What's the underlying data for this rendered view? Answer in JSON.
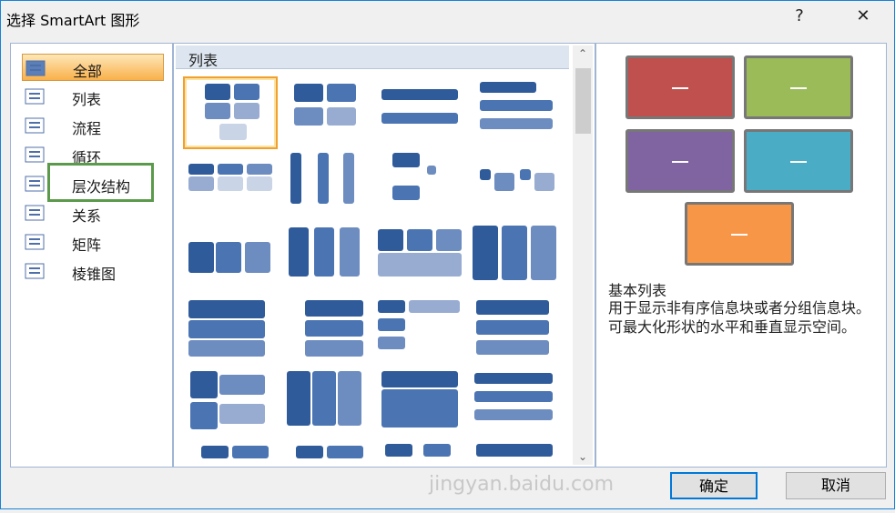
{
  "window": {
    "title": "选择 SmartArt 图形",
    "help": "?",
    "close": "✕"
  },
  "categories": [
    {
      "label": "全部",
      "icon": "all-icon",
      "selected": true
    },
    {
      "label": "列表",
      "icon": "list-icon"
    },
    {
      "label": "流程",
      "icon": "process-icon"
    },
    {
      "label": "循环",
      "icon": "cycle-icon"
    },
    {
      "label": "层次结构",
      "icon": "hierarchy-icon"
    },
    {
      "label": "关系",
      "icon": "relationship-icon"
    },
    {
      "label": "矩阵",
      "icon": "matrix-icon"
    },
    {
      "label": "棱锥图",
      "icon": "pyramid-icon"
    }
  ],
  "gallery": {
    "heading": "列表",
    "scroll_up": "⌃",
    "scroll_down": "⌄"
  },
  "preview": {
    "colors": [
      "#c0504d",
      "#9bbb59",
      "#8064a2",
      "#4bacc6",
      "#f79646"
    ],
    "title": "基本列表",
    "description": "用于显示非有序信息块或者分组信息块。可最大化形状的水平和垂直显示空间。"
  },
  "buttons": {
    "ok": "确定",
    "cancel": "取消"
  },
  "watermark": "jingyan.baidu.com"
}
